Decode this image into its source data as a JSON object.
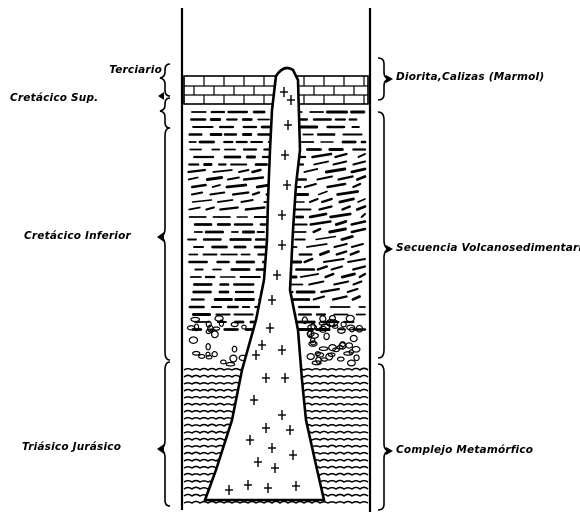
{
  "left_labels": {
    "terciario": "Terciario",
    "cretacico_sup": "Cretácico  Sup.",
    "cretacico_inf": "Cretácico Inferior",
    "triasico_jurasico": "Triásico Jurásico"
  },
  "right_labels": {
    "diorita": "Diorita,Calizas (Marmol)",
    "secuencia": "Secuencia Volcanosedimentaria",
    "complejo": "Complejo Metamórfico"
  },
  "colors": {
    "ink": "#000000",
    "paper": "#ffffff"
  }
}
